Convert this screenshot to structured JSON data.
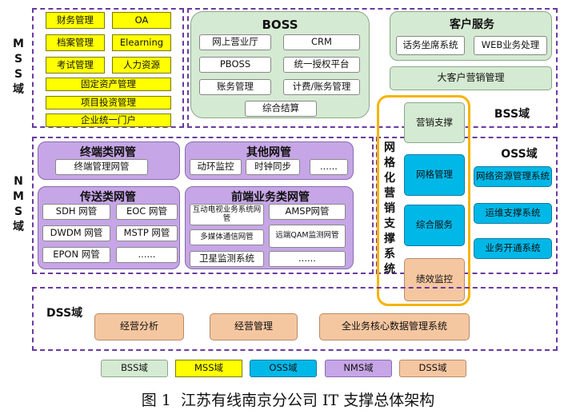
{
  "domains": {
    "mss": "M\nS\nS\n域",
    "nms": "N\nM\nS\n域",
    "bss": "BSS域",
    "oss": "OSS域",
    "dss": "DSS域"
  },
  "mss": [
    "财务管理",
    "OA",
    "档案管理",
    "Elearning",
    "考试管理",
    "人力资源",
    "固定资产管理",
    "项目投资管理",
    "企业统一门户"
  ],
  "boss": {
    "title": "BOSS",
    "items": [
      "网上营业厅",
      "CRM",
      "PBOSS",
      "统一授权平台",
      "账务管理",
      "计费/账务管理",
      "综合结算"
    ]
  },
  "customer": {
    "title": "客户服务",
    "items": [
      "话务坐席系统",
      "WEB业务处理",
      "大客户营销管理"
    ]
  },
  "grid": {
    "label": "网\n格\n化\n营\n销\n支\n撑\n系\n统",
    "items": [
      "营销支撑",
      "网格管理",
      "综合服务",
      "绩效监控"
    ]
  },
  "oss": [
    "网络资源管理系统",
    "运维支撑系统",
    "业务开通系统"
  ],
  "terminal": {
    "title": "终端类网管",
    "items": [
      "终端管理网管"
    ]
  },
  "other": {
    "title": "其他网管",
    "items": [
      "动环监控",
      "时钟同步",
      "......"
    ]
  },
  "transport": {
    "title": "传送类网管",
    "items": [
      "SDH 网管",
      "EOC 网管",
      "DWDM 网管",
      "MSTP 网管",
      "EPON 网管",
      "......"
    ]
  },
  "frontend": {
    "title": "前端业务类网管",
    "items": [
      "互动电视业务系统网管",
      "AMSP网管",
      "多媒体通信网管",
      "远端QAM监测网管",
      "卫星监测系统",
      "......"
    ]
  },
  "dss": [
    "经营分析",
    "经营管理",
    "全业务核心数据管理系统"
  ],
  "legend": [
    "BSS域",
    "MSS域",
    "OSS域",
    "NMS域",
    "DSS域"
  ],
  "colors": {
    "bss": "#d5ead2",
    "mss": "#ffff00",
    "oss": "#00b8e8",
    "nms": "#c6a6e6",
    "dss": "#f5c7a1",
    "dashed_border": "#6a3aa0",
    "grid_border": "#f5b400"
  },
  "caption": "图 1  江苏有线南京分公司 IT 支撑总体架构"
}
